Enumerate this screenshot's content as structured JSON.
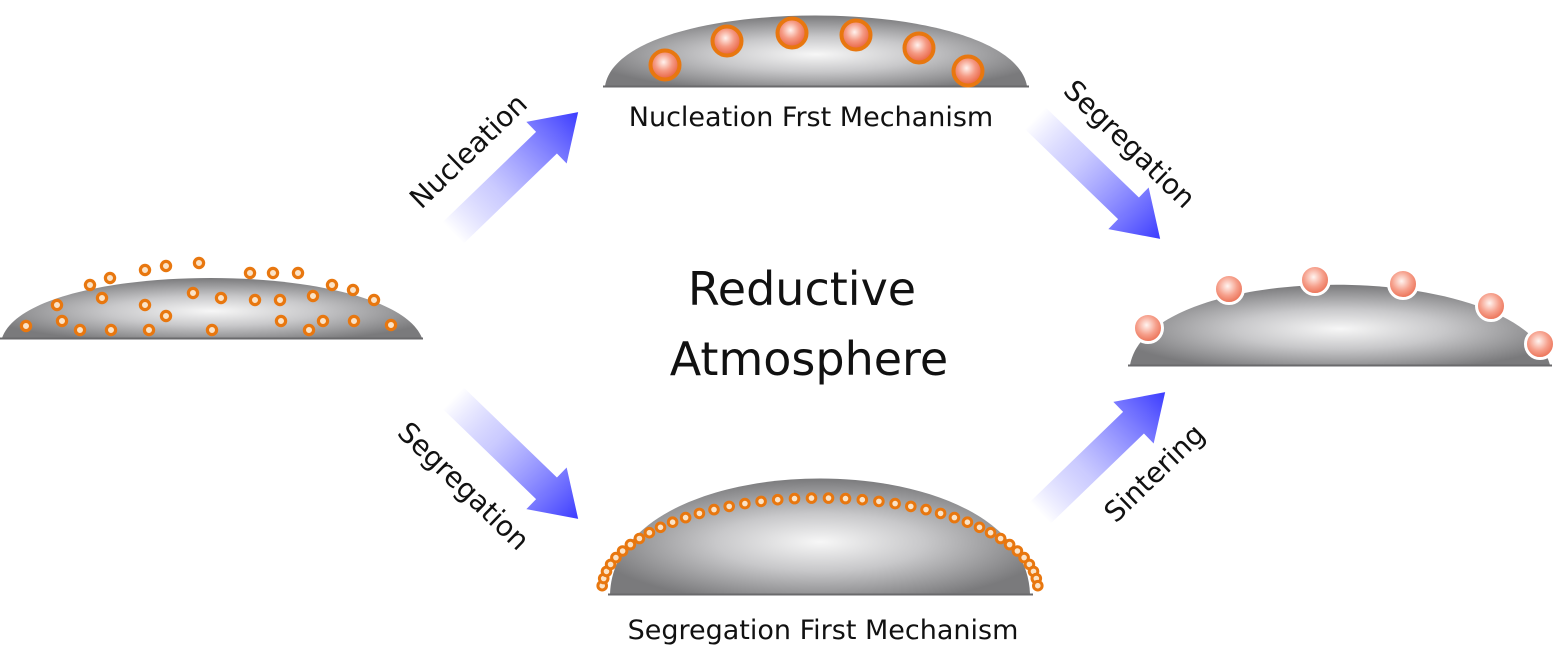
{
  "center_text": {
    "line1": "Reductive",
    "line2": "Atmosphere"
  },
  "captions": {
    "top": "Nucleation Frst Mechanism",
    "bottom": "Segregation First Mechanism"
  },
  "arrow_labels": {
    "up_left": "Nucleation",
    "down_left": "Segregation",
    "down_right": "Segregation",
    "up_right": "Sintering"
  },
  "colors": {
    "arrow": "#3b3bff",
    "particle_ring": "#e8770f",
    "particle_core": "#f7a08e",
    "support_dark": "#7d7d7f",
    "support_light": "#f5f5f5"
  }
}
